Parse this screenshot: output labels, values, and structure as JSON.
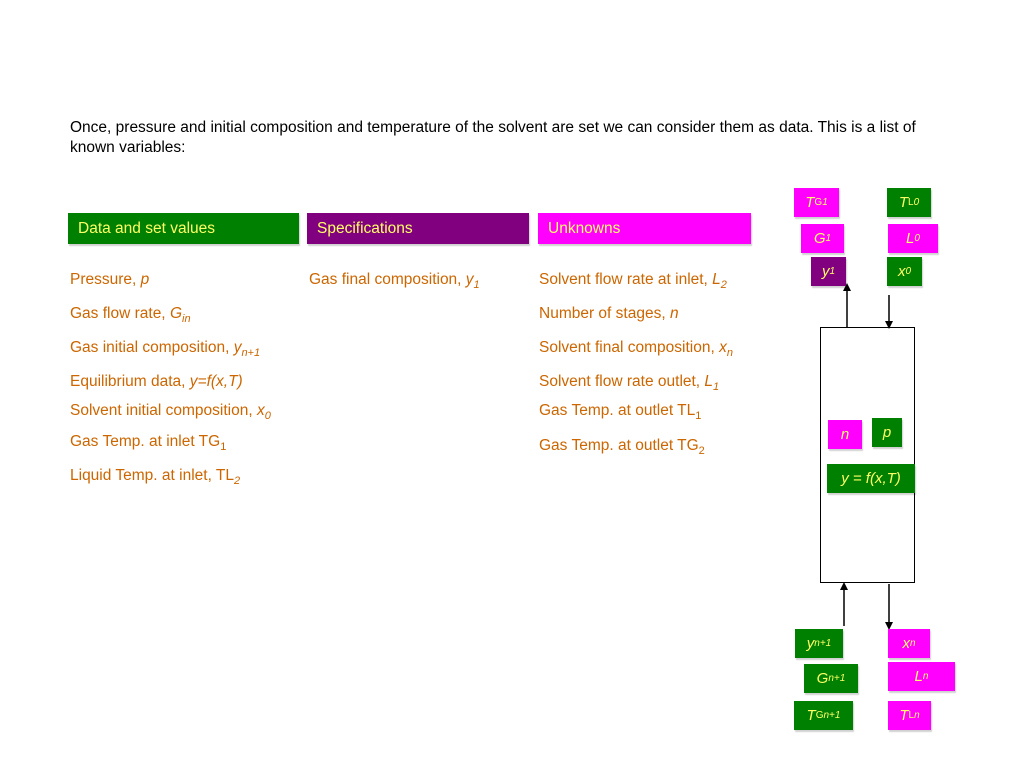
{
  "intro_text": "Once, pressure and initial composition and temperature of the solvent are set we can consider them as data. This is a list of known variables:",
  "colors": {
    "green": "#008000",
    "purple": "#800080",
    "magenta": "#ff00ff",
    "label_text": "#ffff66",
    "item_text": "#cc6600"
  },
  "headers": {
    "data": "Data and set values",
    "specs": "Specifications",
    "unknowns": "Unknowns"
  },
  "data_items": [
    {
      "text": "Pressure, ",
      "sym": "p",
      "sub": ""
    },
    {
      "text": "Gas flow rate, ",
      "sym": "G",
      "sub": "in"
    },
    {
      "text": "Gas initial composition, ",
      "sym": "y",
      "sub": "n+1"
    },
    {
      "text": "Equilibrium data, ",
      "sym": "y=f(x,T)",
      "sub": ""
    },
    {
      "text": "Solvent initial composition, ",
      "sym": "x",
      "sub": "0"
    },
    {
      "text": "Gas Temp. at inlet TG",
      "sym": "",
      "sub": "1"
    },
    {
      "text": "Liquid Temp. at inlet, TL",
      "sym": "",
      "sub": "2"
    }
  ],
  "spec_items": [
    {
      "text": "Gas final composition, ",
      "sym": "y",
      "sub": "1"
    }
  ],
  "unknown_items": [
    {
      "text": "Solvent flow rate at inlet, ",
      "sym": "L",
      "sub": "2"
    },
    {
      "text": "Number of stages, ",
      "sym": "n",
      "sub": ""
    },
    {
      "text": "Solvent final composition, ",
      "sym": "x",
      "sub": "n"
    },
    {
      "text": "Solvent flow rate outlet, ",
      "sym": "L",
      "sub": "1"
    },
    {
      "text": "Gas Temp. at outlet TL",
      "sym": "",
      "sub": "1"
    },
    {
      "text": "Gas Temp. at outlet TG",
      "sym": "",
      "sub": "2"
    }
  ],
  "diagram": {
    "top_gas": [
      {
        "base": "T",
        "sup": "G",
        "sub": "1",
        "color": "magenta"
      },
      {
        "base": "G",
        "sup": "",
        "sub": "1",
        "color": "magenta"
      },
      {
        "base": "y",
        "sup": "",
        "sub": "1",
        "color": "purple"
      }
    ],
    "top_liquid": [
      {
        "base": "T",
        "sup": "L",
        "sub": "0",
        "color": "green"
      },
      {
        "base": "L",
        "sup": "",
        "sub": "0",
        "color": "magenta"
      },
      {
        "base": "x",
        "sup": "",
        "sub": "0",
        "color": "green"
      }
    ],
    "inside": [
      {
        "base": "n",
        "sup": "",
        "sub": "",
        "color": "magenta"
      },
      {
        "base": "p",
        "sup": "",
        "sub": "",
        "color": "green"
      },
      {
        "base": "y = f(x,T)",
        "sup": "",
        "sub": "",
        "color": "green"
      }
    ],
    "bottom_gas": [
      {
        "base": "y",
        "sup": "",
        "sub": "n+1",
        "color": "green"
      },
      {
        "base": "G",
        "sup": "",
        "sub": "n+1",
        "color": "green"
      },
      {
        "base": "T",
        "sup": "G",
        "sub": "n+1",
        "color": "green"
      }
    ],
    "bottom_liquid": [
      {
        "base": "x",
        "sup": "",
        "sub": "n",
        "color": "magenta"
      },
      {
        "base": "L",
        "sup": "",
        "sub": "n",
        "color": "magenta"
      },
      {
        "base": "T",
        "sup": "L",
        "sub": "n",
        "color": "magenta"
      }
    ]
  }
}
